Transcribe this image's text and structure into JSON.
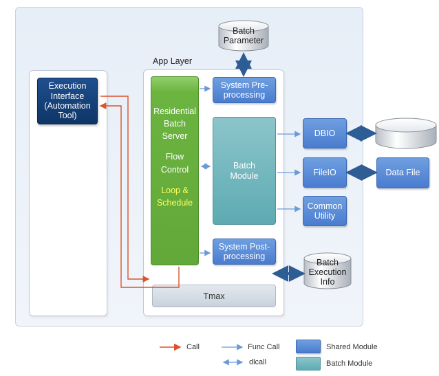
{
  "app_layer_label": "App Layer",
  "execution_interface": "Execution Interface (Automation Tool)",
  "batch_server": {
    "line1": "Residential Batch Server",
    "line2": "Flow Control",
    "line3": "Loop & Schedule"
  },
  "system_preprocessing": "System Pre-processing",
  "system_postprocessing": "System Post-processing",
  "batch_module": "Batch Module",
  "tmax": "Tmax",
  "batch_parameter": "Batch Parameter",
  "dbio": "DBIO",
  "fileio": "FileIO",
  "common_utility": "Common Utility",
  "data_file": "Data File",
  "batch_execution_info": "Batch Execution Info",
  "legend": {
    "call": "Call",
    "func_call": "Func Call",
    "dlcall": "dlcall",
    "shared_module": "Shared Module",
    "batch_module": "Batch Module"
  },
  "colors": {
    "call": "#d9532c",
    "func_call": "#6c9ad9",
    "shared_module": "#5585d4",
    "batch_module": "#6fb4bb",
    "server": "#62a83a",
    "interface": "#0e3566",
    "db_arrow": "#2e5d96"
  }
}
